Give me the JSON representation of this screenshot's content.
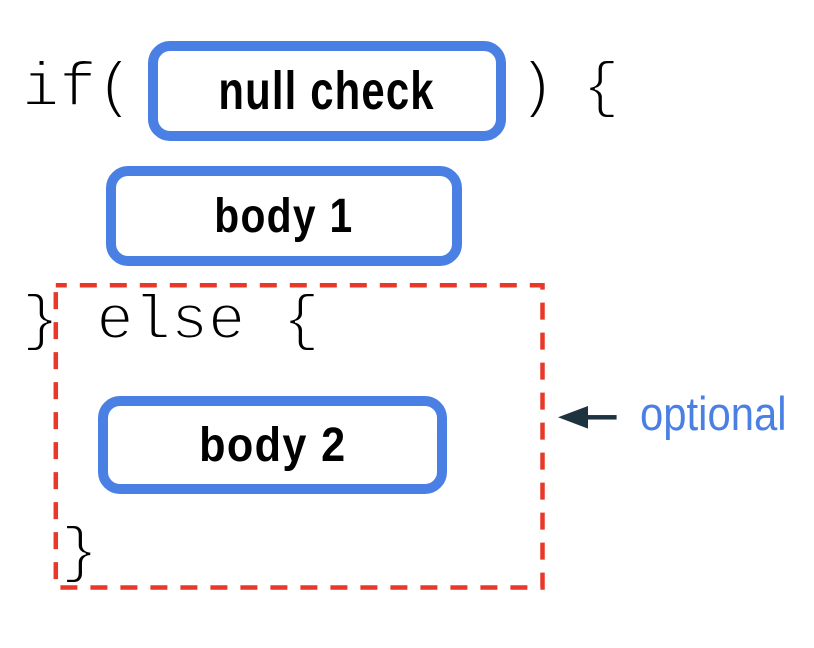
{
  "colors": {
    "canvas_bg": "#ffffff",
    "box_border": "#4a80e4",
    "dashed_border": "#e8382a",
    "arrow": "#1e3340",
    "code_text": "#000000",
    "label_text": "#000000",
    "optional_text": "#4a80e4"
  },
  "code": {
    "if_open": "if(",
    "if_close": ") {",
    "else_line": "} else {",
    "closing_brace": "}"
  },
  "boxes": {
    "condition": {
      "label": "null check"
    },
    "body1": {
      "label": "body 1"
    },
    "body2": {
      "label": "body 2"
    }
  },
  "annotation": {
    "label": "optional",
    "arrow_icon": "left-arrow"
  }
}
